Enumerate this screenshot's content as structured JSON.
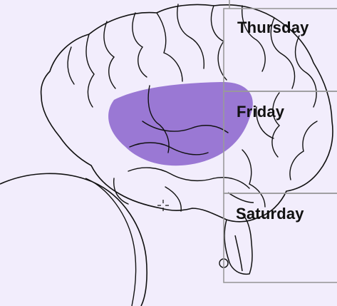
{
  "colors": {
    "background": "#f2edfc",
    "highlight": "#9a78d4",
    "outline": "#111111",
    "grid": "#9a9a9a"
  },
  "icons": [
    "cursor-crosshair-icon"
  ],
  "days": {
    "thursday": "Thursday",
    "friday": "Friday",
    "saturday": "Saturday"
  }
}
